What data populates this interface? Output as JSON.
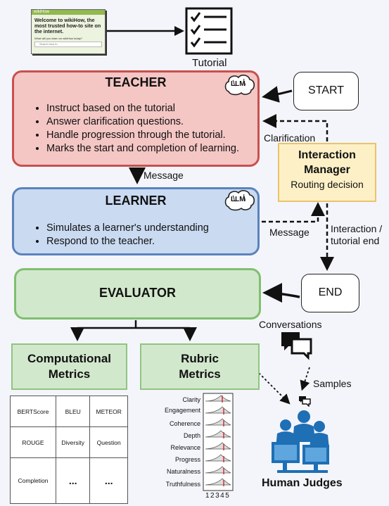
{
  "screenshot": {
    "brand": "wikiHow",
    "welcome": "Welcome to wikiHow, the most trusted how-to site on the internet.",
    "prompt": "What will you learn on wikiHow today?",
    "search_placeholder": "Search how to"
  },
  "tutorial_label": "Tutorial",
  "teacher": {
    "title": "TEACHER",
    "items": [
      "Instruct based on the tutorial",
      "Answer clarification questions.",
      "Handle progression through the tutorial.",
      "Marks the start and completion of learning."
    ]
  },
  "learner": {
    "title": "LEARNER",
    "items": [
      "Simulates a learner's understanding",
      "Respond to the teacher."
    ]
  },
  "evaluator": {
    "title": "EVALUATOR"
  },
  "llm_badge": "LLM",
  "start_label": "START",
  "end_label": "END",
  "interaction_manager": {
    "title_line1": "Interaction",
    "title_line2": "Manager",
    "subtitle": "Routing decision"
  },
  "edges": {
    "clarification": "Clarification",
    "message_down": "Message",
    "message_up": "Message",
    "interaction_end_line1": "Interaction /",
    "interaction_end_line2": "tutorial end",
    "conversations": "Conversations",
    "samples": "Samples"
  },
  "computational": {
    "title_line1": "Computational",
    "title_line2": "Metrics",
    "grid": [
      [
        "BERTScore",
        "BLEU",
        "METEOR"
      ],
      [
        "ROUGE",
        "Diversity",
        "Question"
      ],
      [
        "Completion",
        "...",
        "..."
      ]
    ]
  },
  "rubric": {
    "title_line1": "Rubric",
    "title_line2": "Metrics",
    "labels": [
      "Clarity",
      "Engagement",
      "Coherence",
      "Depth",
      "Relevance",
      "Progress",
      "Naturalness",
      "Truthfulness"
    ],
    "scale": "12345"
  },
  "human_judges": "Human Judges",
  "colors": {
    "teacher": "#c8514f",
    "learner": "#5b82bd",
    "evaluator": "#7fbf6f",
    "manager": "#e9c46a",
    "judges": "#1f6fb5"
  }
}
